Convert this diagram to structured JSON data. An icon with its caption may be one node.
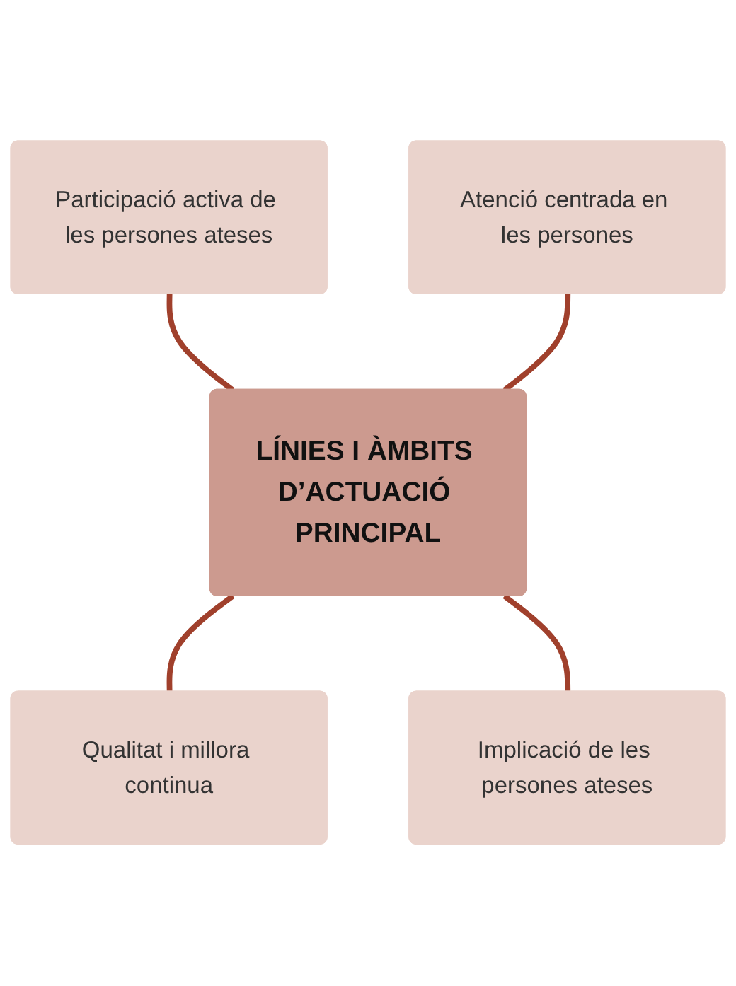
{
  "diagram": {
    "nodes": [
      {
        "text": [
          "Participació activa de les persones ateses"
        ]
      },
      {
        "text": [
          "Atenció centrada en les persones"
        ]
      },
      {
        "text": [
          "LÍNIES I ÀMBITS D’ACTUACIÓ PRINCIPAL"
        ]
      },
      {
        "text": [
          "Qualitat i millora continua"
        ]
      },
      {
        "text": [
          "Implicació de les persones ateses"
        ]
      }
    ],
    "edges": [
      {
        "from": 0,
        "to": 2,
        "arrow": "none"
      },
      {
        "from": 1,
        "to": 2,
        "arrow": "none"
      },
      {
        "from": 2,
        "to": 3,
        "arrow": "none"
      },
      {
        "from": 2,
        "to": 4,
        "arrow": "none"
      }
    ]
  }
}
